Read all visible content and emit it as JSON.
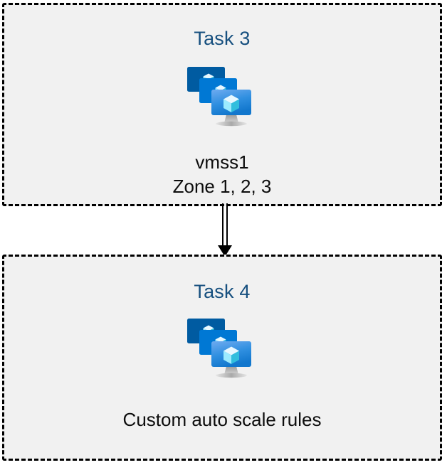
{
  "diagram": {
    "type": "flow",
    "background_color": "#ffffff",
    "panel_fill_color": "#f1f1f1",
    "panel_border_color": "#000000",
    "panel_border_style": "dashed",
    "title_color": "#17507f",
    "caption_color": "#0d0d0d",
    "connector_color": "#000000"
  },
  "panels": [
    {
      "id": "task-3",
      "title": "Task 3",
      "icon": "virtual-machine-scale-set-icon",
      "caption": "vmss1\nZone 1, 2, 3",
      "caption_lines": [
        "vmss1",
        "Zone 1, 2, 3"
      ]
    },
    {
      "id": "task-4",
      "title": "Task 4",
      "icon": "virtual-machine-scale-set-icon",
      "caption": "Custom auto scale rules",
      "caption_lines": [
        "Custom auto scale rules"
      ]
    }
  ],
  "connector": {
    "from": "task-3",
    "to": "task-4",
    "style": "double-line",
    "arrowhead": "filled-triangle",
    "direction": "down"
  },
  "icon_colors": {
    "monitor_back": "#005ba1",
    "monitor_middle": "#0078d4",
    "monitor_front_top": "#5ea0ef",
    "monitor_front_bottom": "#1784da",
    "cube_light": "#c3f1ff",
    "cube_mid": "#9cebff",
    "cube_dark": "#32bedd",
    "stand": "#b3b3b3"
  }
}
